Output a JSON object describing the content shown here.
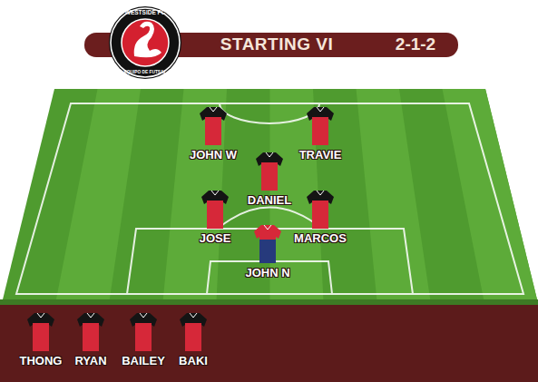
{
  "diagram": {
    "title": "STARTING VI",
    "nodes": [
      {
        "text": [
          "JOHN W"
        ]
      },
      {
        "text": [
          "TRAVIE"
        ]
      },
      {
        "text": [
          "DANIEL"
        ]
      },
      {
        "text": [
          "JOSE"
        ]
      },
      {
        "text": [
          "MARCOS"
        ]
      },
      {
        "text": [
          "JOHN N"
        ]
      },
      {
        "text": [
          "THONG"
        ]
      },
      {
        "text": [
          "RYAN"
        ]
      },
      {
        "text": [
          "BAILEY"
        ]
      },
      {
        "text": [
          "BAKI"
        ]
      }
    ],
    "labels": [
      "2-1-2",
      "WESTSIDE FC",
      "EQUIPO DE FUTSAL"
    ]
  }
}
